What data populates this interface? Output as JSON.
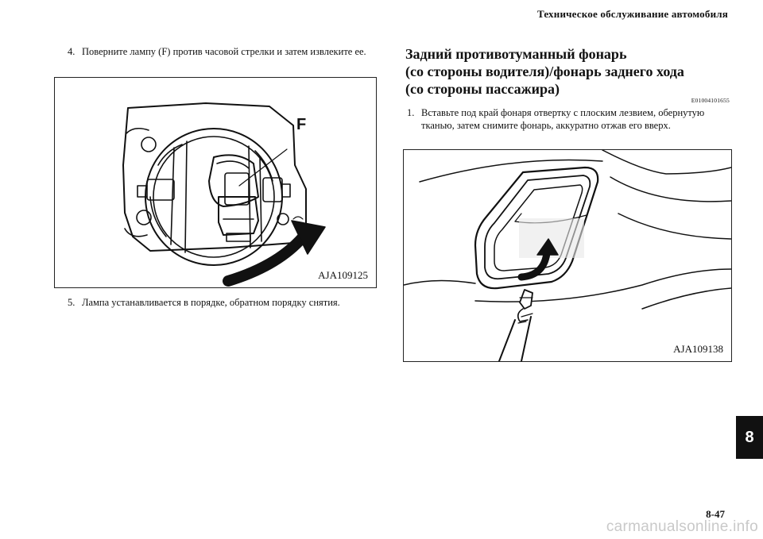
{
  "header": {
    "title": "Техническое обслуживание автомобиля"
  },
  "left_column": {
    "step4": {
      "number": "4.",
      "text": "Поверните лампу (F) против часовой стрелки и затем извлеките ее."
    },
    "figure1": {
      "callout": "F",
      "label": "AJA109125"
    },
    "step5": {
      "number": "5.",
      "text": "Лампа устанавливается в порядке, обратном порядку снятия."
    }
  },
  "right_column": {
    "heading": {
      "line1": "Задний противотуманный фонарь",
      "line2": "(со стороны водителя)/фонарь заднего хода",
      "line3": "(со стороны пассажира)"
    },
    "code": "E01004101655",
    "step1": {
      "number": "1.",
      "text": "Вставьте под край фонаря отвертку с плоским лезвием, обернутую тканью, затем снимите фонарь, аккуратно отжав его вверх."
    },
    "figure2": {
      "label": "AJA109138"
    }
  },
  "chapter_tab": "8",
  "page_number": "8-47",
  "watermark": "carmanualsonline.info"
}
